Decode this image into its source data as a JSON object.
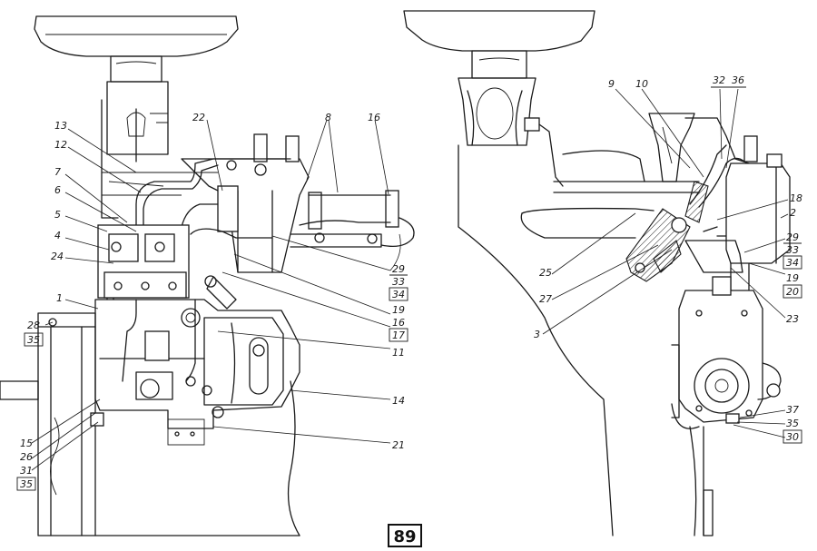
{
  "page_number": "89",
  "left_view": {
    "callouts": [
      "13",
      "12",
      "7",
      "6",
      "5",
      "4",
      "24",
      "1",
      "28",
      "35",
      "15",
      "26",
      "31",
      "35",
      "22",
      "8",
      "16",
      "29",
      "33",
      "34",
      "19",
      "16",
      "17",
      "11",
      "14",
      "21"
    ]
  },
  "right_view": {
    "callouts": [
      "9",
      "10",
      "32",
      "36",
      "18",
      "2",
      "29",
      "33",
      "34",
      "19",
      "20",
      "23",
      "25",
      "27",
      "3",
      "37",
      "35",
      "30"
    ]
  }
}
